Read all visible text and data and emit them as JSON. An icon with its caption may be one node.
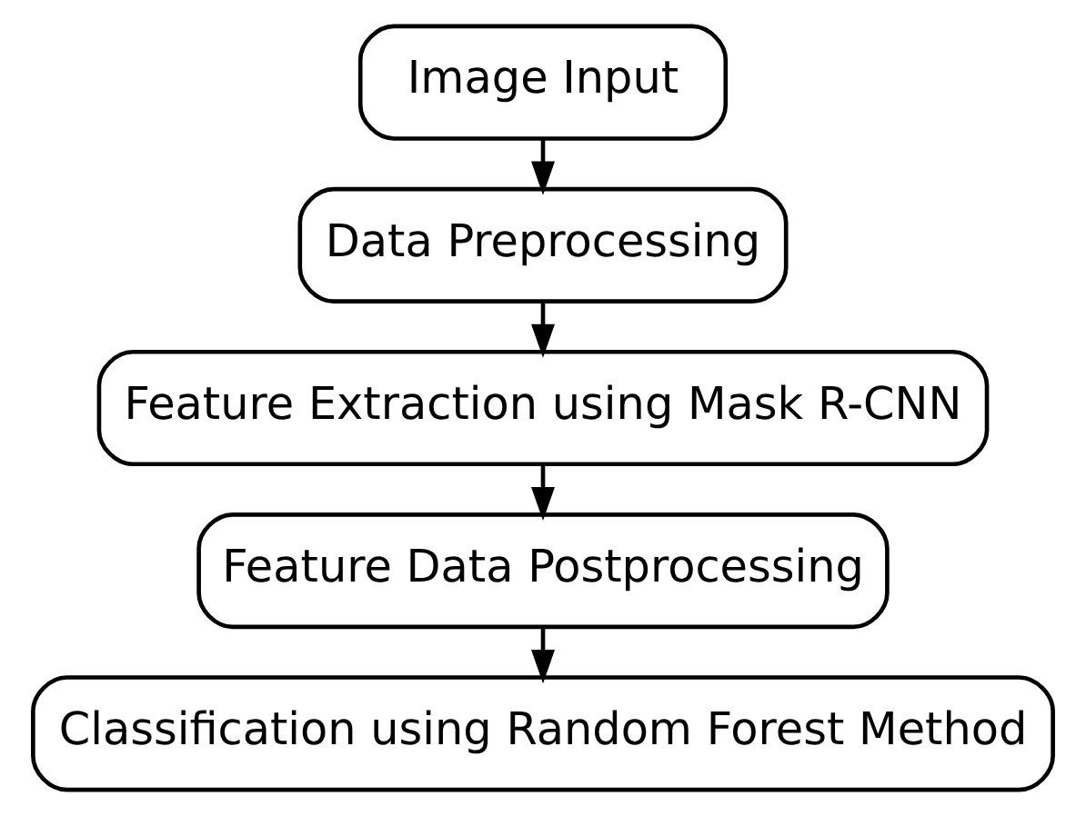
{
  "diagram": {
    "nodes": [
      {
        "text": [
          "Image Input"
        ]
      },
      {
        "text": [
          "Data Preprocessing"
        ]
      },
      {
        "text": [
          "Feature Extraction using Mask R-CNN"
        ]
      },
      {
        "text": [
          "Feature Data Postprocessing"
        ]
      },
      {
        "text": [
          "Classification using Random Forest Method"
        ]
      }
    ],
    "edges": [
      {
        "from": 0,
        "to": 1,
        "arrow": "to"
      },
      {
        "from": 1,
        "to": 2,
        "arrow": "to"
      },
      {
        "from": 2,
        "to": 3,
        "arrow": "to"
      },
      {
        "from": 3,
        "to": 4,
        "arrow": "to"
      }
    ]
  }
}
